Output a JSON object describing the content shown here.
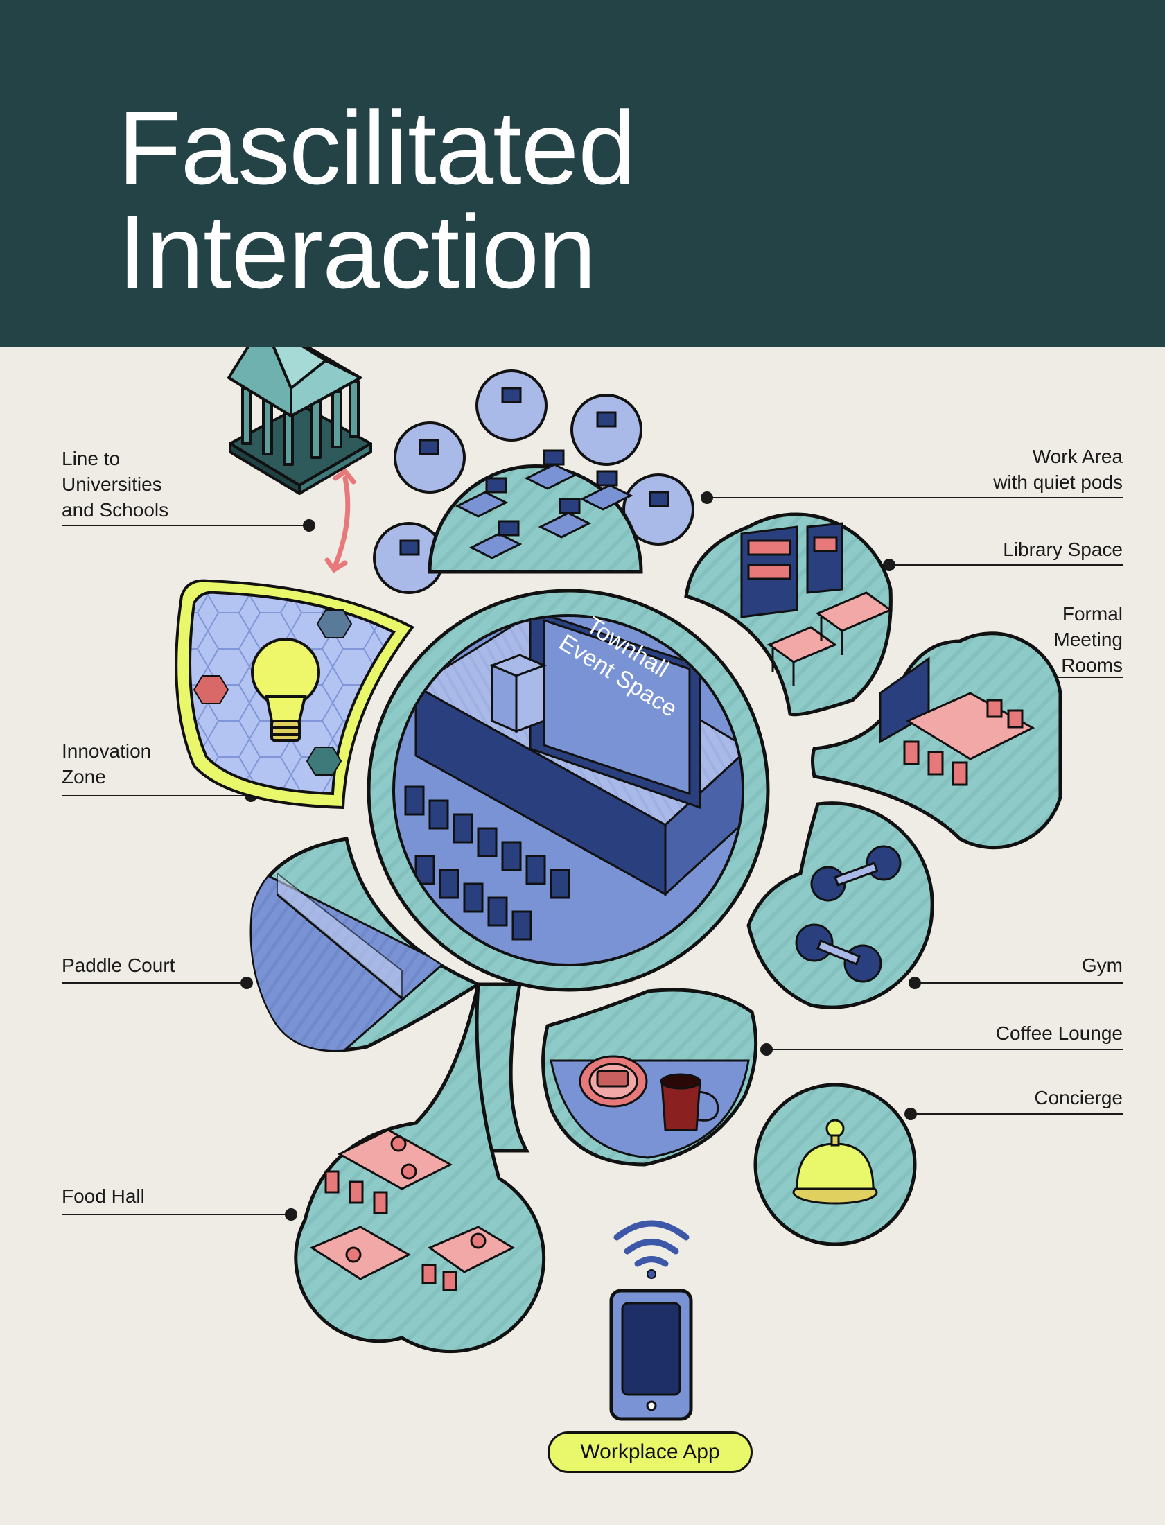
{
  "title_line1": "Fascilitated",
  "title_line2": "Interaction",
  "labels": {
    "universities": [
      "Line to",
      "Universities",
      "and Schools"
    ],
    "work_area": [
      "Work Area",
      "with quiet pods"
    ],
    "library": "Library Space",
    "meeting": [
      "Formal",
      "Meeting",
      "Rooms"
    ],
    "innovation": [
      "Innovation",
      "Zone"
    ],
    "paddle": "Paddle Court",
    "gym": "Gym",
    "coffee": "Coffee Lounge",
    "concierge": "Concierge",
    "food": "Food Hall"
  },
  "townhall": [
    "Townhall",
    "Event Space"
  ],
  "app_label": "Workplace App",
  "colors": {
    "header": "#244347",
    "background": "#efece5",
    "teal": "#8ecbc8",
    "blue": "#a9b9e8",
    "navy": "#2a3f7e",
    "pink": "#f3a8a8",
    "yellow": "#e9f86a",
    "arrow": "#e8797a"
  },
  "icons": [
    "bank-icon",
    "lightbulb-icon",
    "dumbbell-icon",
    "coffee-cup-icon",
    "service-bell-icon",
    "wifi-icon",
    "smartphone-icon"
  ]
}
